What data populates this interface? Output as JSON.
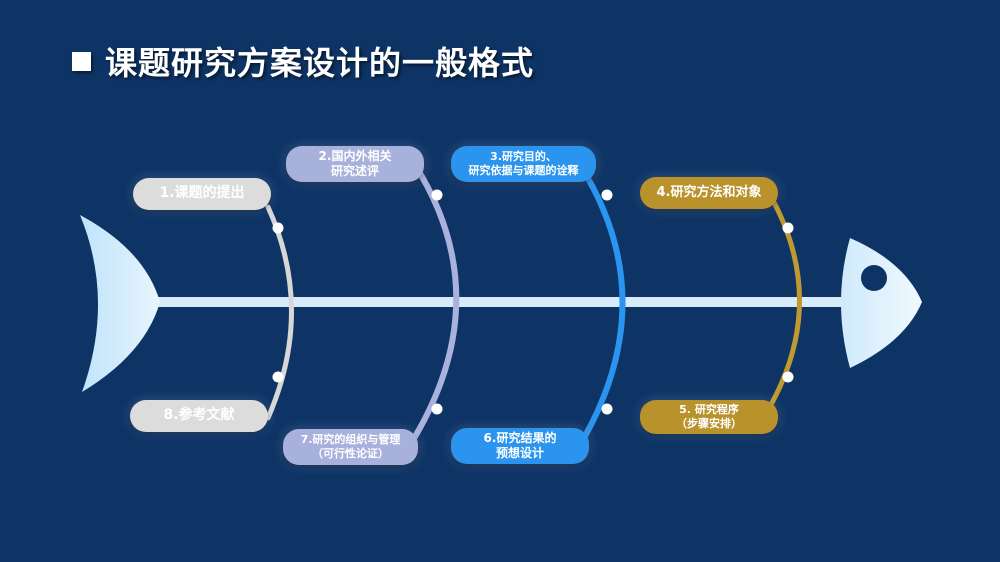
{
  "title": "课题研究方案设计的一般格式",
  "colors": {
    "background": "#0e3466",
    "spine": "#d6ecfa",
    "gray": "#dcdcdc",
    "lavender": "#a8b0dc",
    "blue": "#2a94ee",
    "gold": "#b9922b"
  },
  "top_items": [
    {
      "label": "1.课题的提出"
    },
    {
      "label": "2.国内外相关\n研究述评"
    },
    {
      "label": "3.研究目的、\n研究依据与课题的诠释"
    },
    {
      "label": "4.研究方法和对象"
    }
  ],
  "bottom_items": [
    {
      "label": "8.参考文献"
    },
    {
      "label": "7.研究的组织与管理\n（可行性论证）"
    },
    {
      "label": "6.研究结果的\n预想设计"
    },
    {
      "label": "5. 研究程序\n（步骤安排）"
    }
  ]
}
